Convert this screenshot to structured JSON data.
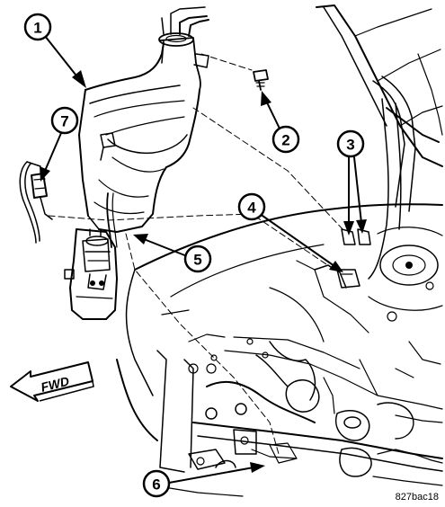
{
  "diagram": {
    "figure_id": "827bac18",
    "direction_label": "FWD",
    "callouts": [
      {
        "number": "1"
      },
      {
        "number": "2"
      },
      {
        "number": "3"
      },
      {
        "number": "4"
      },
      {
        "number": "5"
      },
      {
        "number": "6"
      },
      {
        "number": "7"
      }
    ]
  }
}
